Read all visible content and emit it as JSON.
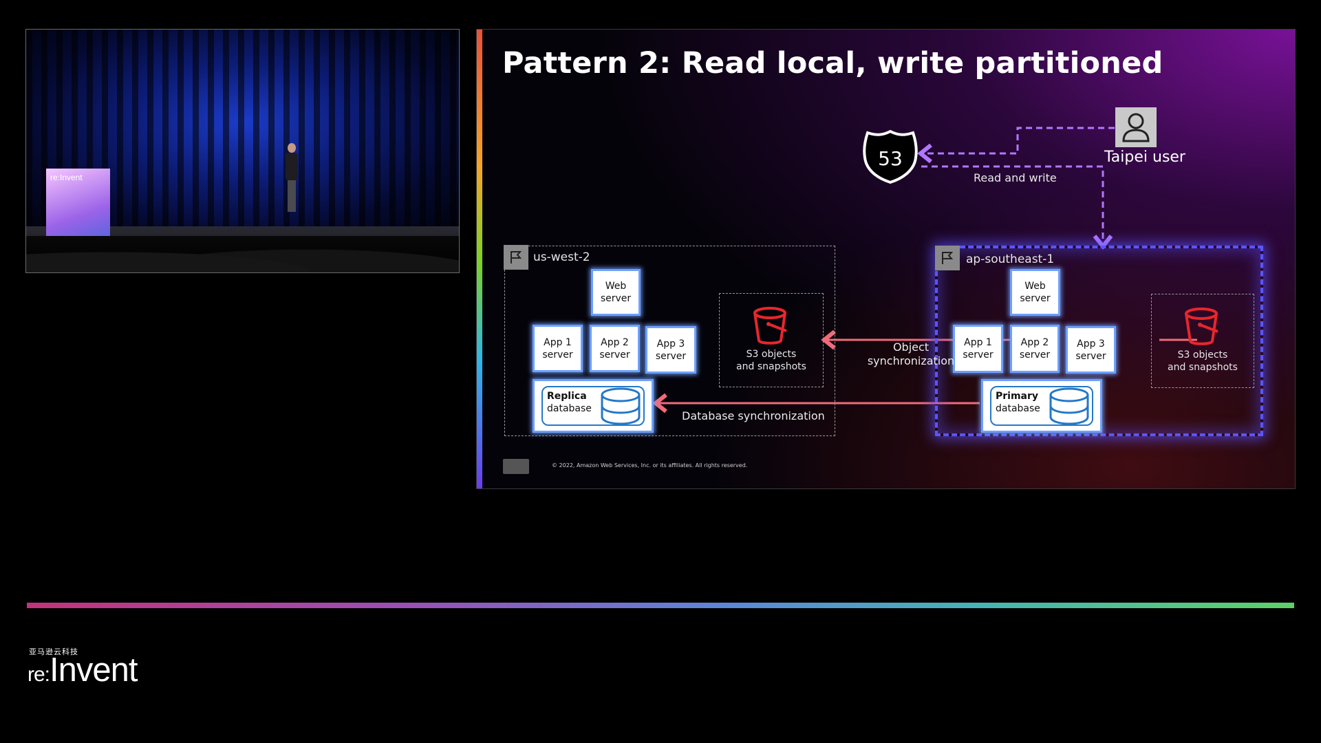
{
  "camera": {
    "banner_text": "re:Invent"
  },
  "slide": {
    "title": "Pattern 2: Read local, write partitioned",
    "user_label": "Taipei user",
    "route53_label": "53",
    "read_write_label": "Read and write",
    "regions": {
      "west": {
        "name": "us-west-2",
        "web_server": [
          "Web",
          "server"
        ],
        "app_servers": [
          [
            "App 1",
            "server"
          ],
          [
            "App 2",
            "server"
          ],
          [
            "App 3",
            "server"
          ]
        ],
        "db_title": "Replica",
        "db_sub": "database",
        "s3_label": [
          "S3 objects",
          "and snapshots"
        ]
      },
      "apse": {
        "name": "ap-southeast-1",
        "web_server": [
          "Web",
          "server"
        ],
        "app_servers": [
          [
            "App 1",
            "server"
          ],
          [
            "App 2",
            "server"
          ],
          [
            "App 3",
            "server"
          ]
        ],
        "db_title": "Primary",
        "db_sub": "database",
        "s3_label": [
          "S3 objects",
          "and snapshots"
        ]
      }
    },
    "object_sync_label": [
      "Object",
      "synchronization"
    ],
    "db_sync_label": "Database synchronization",
    "copyright": "© 2022, Amazon Web Services, Inc. or its affiliates. All rights reserved.",
    "colors": {
      "sync_arrow": "#f06b7a",
      "user_path": "#b277ff",
      "region_highlight": "#5a55ff",
      "node_border": "#6ea0ff",
      "s3_red": "#e8262d"
    }
  },
  "branding": {
    "chinese": "亚马逊云科技",
    "logo_re": "re:",
    "logo_invent": "Invent"
  }
}
